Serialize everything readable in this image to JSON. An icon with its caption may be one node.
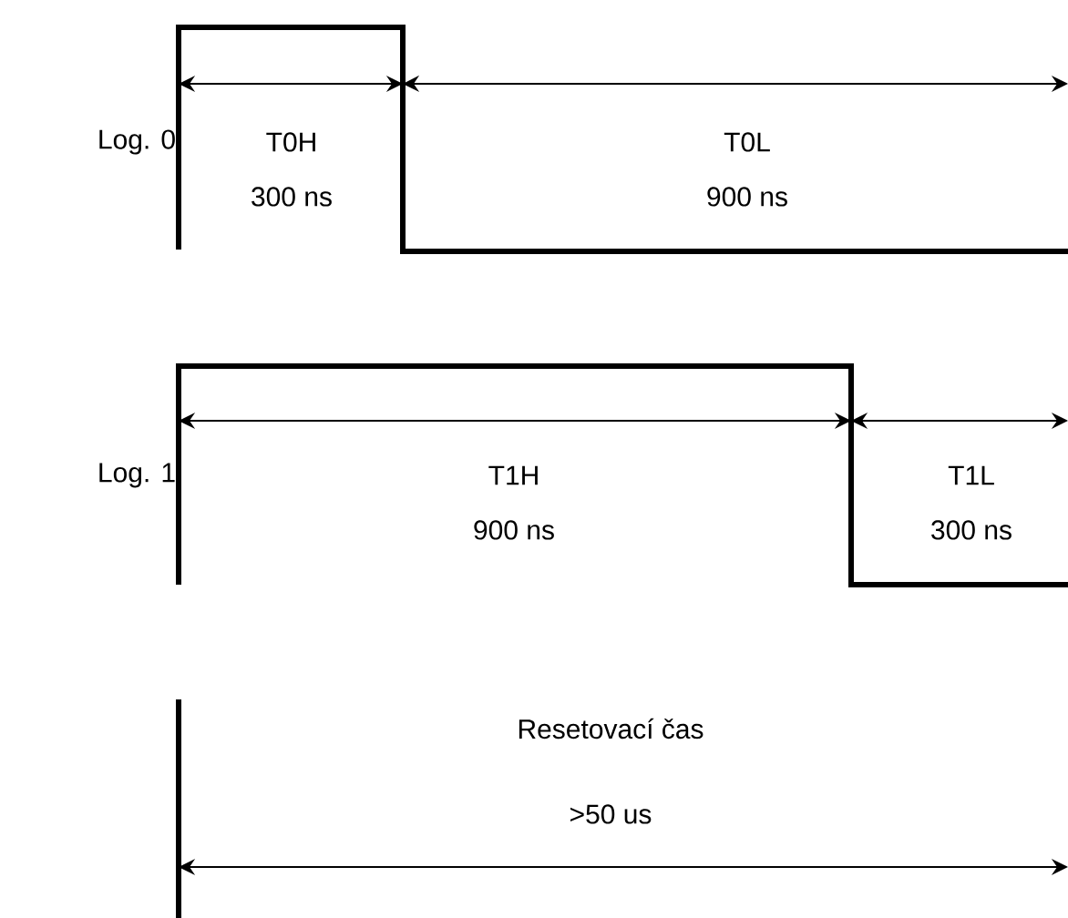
{
  "diagram": {
    "labels": [
      "Log. 0",
      "T0H",
      "300 ns",
      "T0L",
      "900 ns",
      "Log. 1",
      "T1H",
      "900 ns",
      "T1L",
      "300 ns",
      "Resetovací čas",
      ">50 us"
    ]
  }
}
